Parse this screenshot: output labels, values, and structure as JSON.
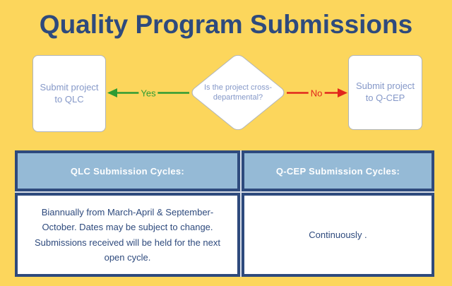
{
  "title": "Quality Program Submissions",
  "flowchart": {
    "decision_question": "Is the project cross-departmental?",
    "yes_label": "Yes",
    "no_label": "No",
    "qlc_box": "Submit project to QLC",
    "qcep_box": "Submit project to Q-CEP"
  },
  "table": {
    "headers": [
      "QLC Submission Cycles:",
      "Q-CEP Submission Cycles:"
    ],
    "cells": [
      "Biannually from March-April & September-October. Dates may be subject to change. Submissions received will be held for the next open cycle.",
      "Continuously ."
    ]
  },
  "colors": {
    "background_yellow": "#FCD65C",
    "dark_blue": "#2E4A7D",
    "header_blue": "#95BAD6",
    "flow_text_blue": "#8598C8",
    "yes_green": "#2E9B33",
    "no_red": "#E1261C",
    "box_border_gray": "#AFB4BA"
  }
}
